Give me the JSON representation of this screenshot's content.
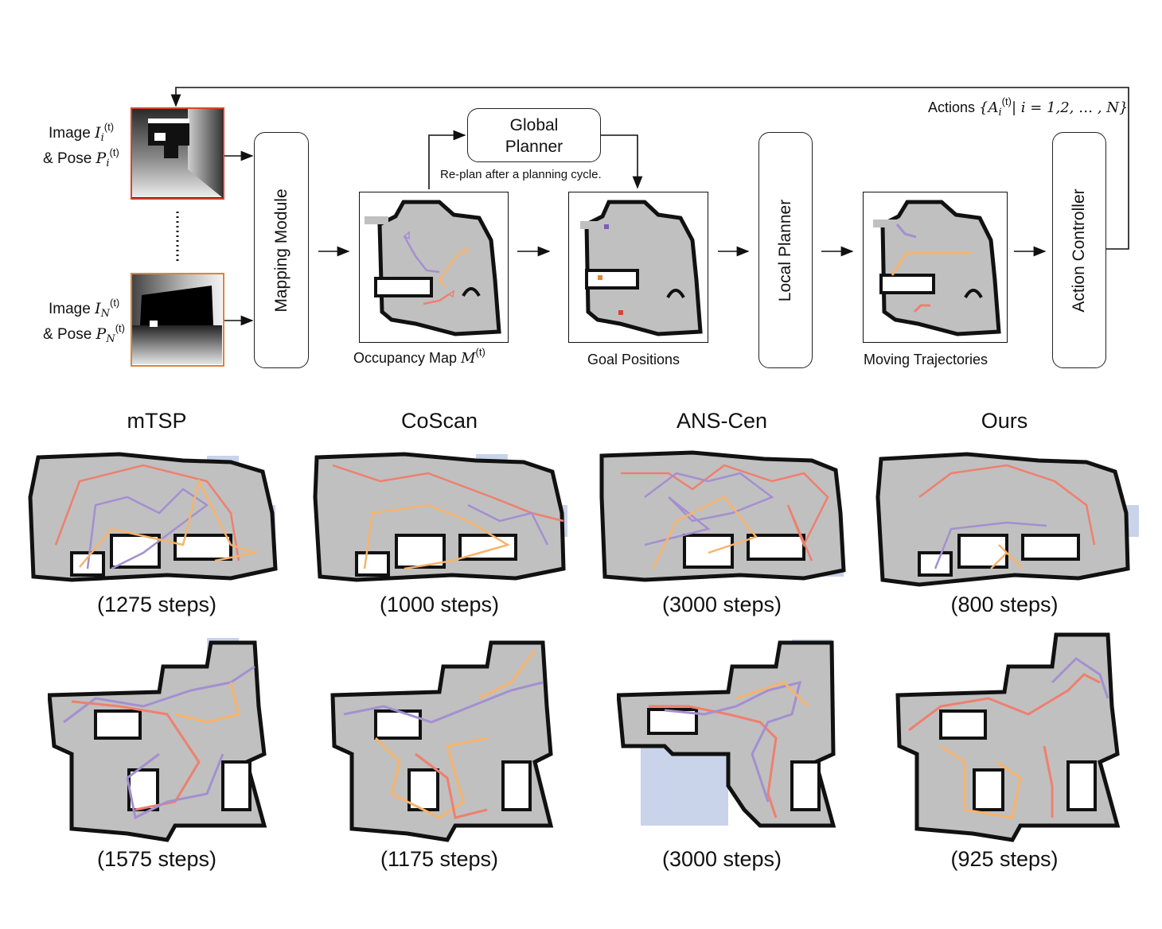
{
  "pipeline": {
    "input_top": {
      "image": "Image",
      "pose": "& Pose",
      "img_sym": "I",
      "pose_sym": "P",
      "sub": "i",
      "sup": "(t)"
    },
    "input_bottom": {
      "image": "Image",
      "pose": "& Pose",
      "img_sym": "I",
      "pose_sym": "P",
      "sub": "N",
      "sup": "(t)"
    },
    "mapping_module": "Mapping Module",
    "global_planner_line1": "Global",
    "global_planner_line2": "Planner",
    "replan_note": "Re-plan after a planning cycle.",
    "occupancy_caption": "Occupancy Map",
    "occupancy_sym": "M",
    "occupancy_sup": "(t)",
    "goal_caption": "Goal Positions",
    "local_planner": "Local Planner",
    "trajectories_caption": "Moving Trajectories",
    "action_controller": "Action Controller",
    "actions_label": "Actions",
    "actions_set": "{A",
    "actions_sub": "i",
    "actions_sup": "(t)",
    "actions_rest": "| i = 1,2, … , N}"
  },
  "comparison": {
    "methods": [
      "mTSP",
      "CoScan",
      "ANS-Cen",
      "Ours"
    ],
    "row1_steps": [
      "(1275 steps)",
      "(1000 steps)",
      "(3000 steps)",
      "(800 steps)"
    ],
    "row2_steps": [
      "(1575 steps)",
      "(1175 steps)",
      "(3000 steps)",
      "(925 steps)"
    ]
  },
  "colors": {
    "map_free": "#c0c0c0",
    "map_wall": "#111111",
    "unexplored": "#c9d3ea",
    "traj_purple": "#a48fd0",
    "traj_orange": "#f7b36b",
    "traj_red": "#ef7f6e",
    "frame_red": "#d9432f",
    "frame_orange": "#d9853c"
  }
}
